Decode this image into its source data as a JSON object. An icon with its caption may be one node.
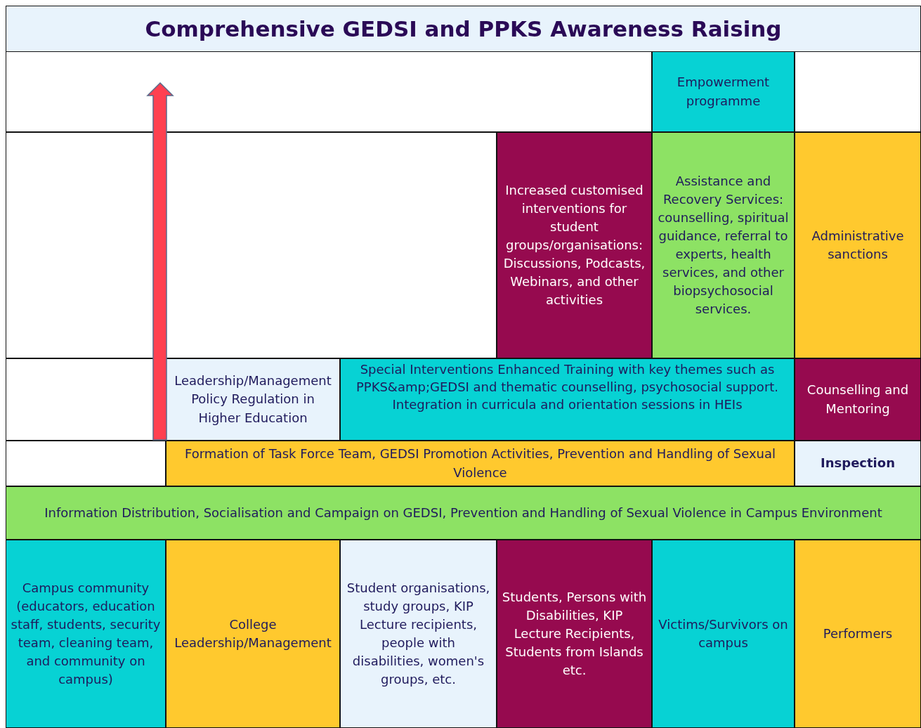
{
  "diagram": {
    "title": "Comprehensive GEDSI and PPKS Awareness Raising",
    "nodes": [
      {
        "text": [
          "Empowerment programme"
        ]
      },
      {
        "text": [
          "Increased customised interventions for student groups/organisations: Discussions, Podcasts, Webinars, and other activities"
        ]
      },
      {
        "text": [
          "Assistance and Recovery Services: counselling, spiritual guidance, referral to experts, health services, and other biopsychosocial services."
        ]
      },
      {
        "text": [
          "Administrative sanctions"
        ]
      },
      {
        "text": [
          "Leadership/Management Policy Regulation in Higher Education"
        ]
      },
      {
        "text": [
          "Special Interventions Enhanced Training with key themes such as PPKS&amp;GEDSI and thematic counselling, psychosocial support. Integration in curricula and orientation sessions in HEIs"
        ]
      },
      {
        "text": [
          "Counselling and Mentoring"
        ]
      },
      {
        "text": [
          "Formation of Task Force Team, GEDSI Promotion Activities, Prevention and Handling of Sexual Violence"
        ]
      },
      {
        "text": [
          "Inspection"
        ]
      },
      {
        "text": [
          "Information Distribution, Socialisation and Campaign on GEDSI, Prevention and Handling of Sexual Violence in Campus Environment"
        ]
      },
      {
        "text": [
          "Campus community (educators, education staff, students, security team, cleaning team, and community on campus)"
        ]
      },
      {
        "text": [
          "College Leadership/Management"
        ]
      },
      {
        "text": [
          "Student organisations, study groups, KIP Lecture recipients, people with disabilities, women's groups, etc."
        ]
      },
      {
        "text": [
          "Students, Persons with Disabilities, KIP Lecture Recipients, Students from Islands etc."
        ]
      },
      {
        "text": [
          "Victims/Survivors on campus"
        ]
      },
      {
        "text": [
          "Performers"
        ]
      }
    ],
    "edges": []
  }
}
